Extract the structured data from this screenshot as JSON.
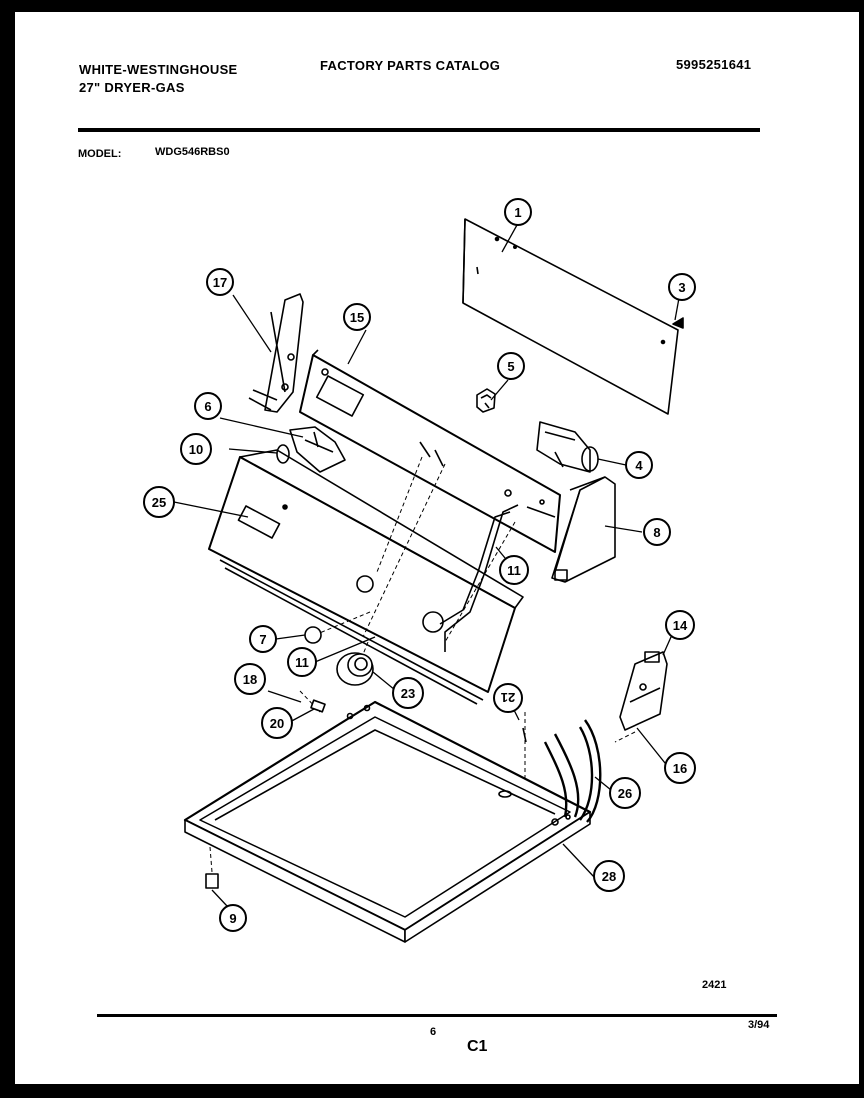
{
  "header": {
    "brand": "WHITE-WESTINGHOUSE",
    "product": "27\" DRYER-GAS",
    "catalog_title": "FACTORY PARTS CATALOG",
    "catalog_number": "5995251641",
    "model_label": "MODEL:",
    "model_value": "WDG546RBS0"
  },
  "footer": {
    "drawing_number": "2421",
    "page_number": "6",
    "section_code": "C1",
    "date": "3/94"
  },
  "callouts": {
    "c1": "1",
    "c3": "3",
    "c4": "4",
    "c5": "5",
    "c6": "6",
    "c7": "7",
    "c8": "8",
    "c9": "9",
    "c10": "10",
    "c11a": "11",
    "c11b": "11",
    "c14": "14",
    "c15": "15",
    "c16": "16",
    "c17": "17",
    "c18": "18",
    "c20": "20",
    "c21": "21",
    "c23": "23",
    "c25": "25",
    "c26": "26",
    "c28": "28"
  }
}
